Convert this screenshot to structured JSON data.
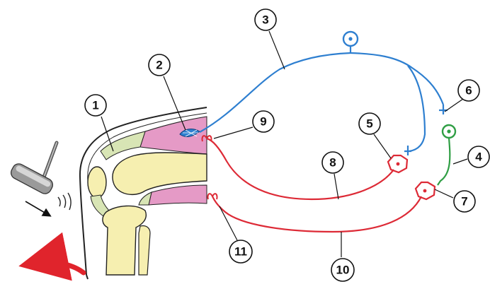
{
  "colors": {
    "sensory_pathway": "#2e7fd0",
    "motor_pathway": "#dd2a36",
    "interneuron": "#2f9e44",
    "bone_fill": "#f6efb0",
    "muscle_fill": "#e59ac6",
    "cartilage_fill": "#d8e5b5",
    "outline": "#222222",
    "arrow": "#e0242c"
  },
  "icons": {
    "reflex_hammer": "reflex-hammer-icon",
    "motion_arrow": "curved-arrow-icon"
  },
  "callouts": [
    "1",
    "2",
    "3",
    "4",
    "5",
    "6",
    "7",
    "8",
    "9",
    "10",
    "11"
  ]
}
